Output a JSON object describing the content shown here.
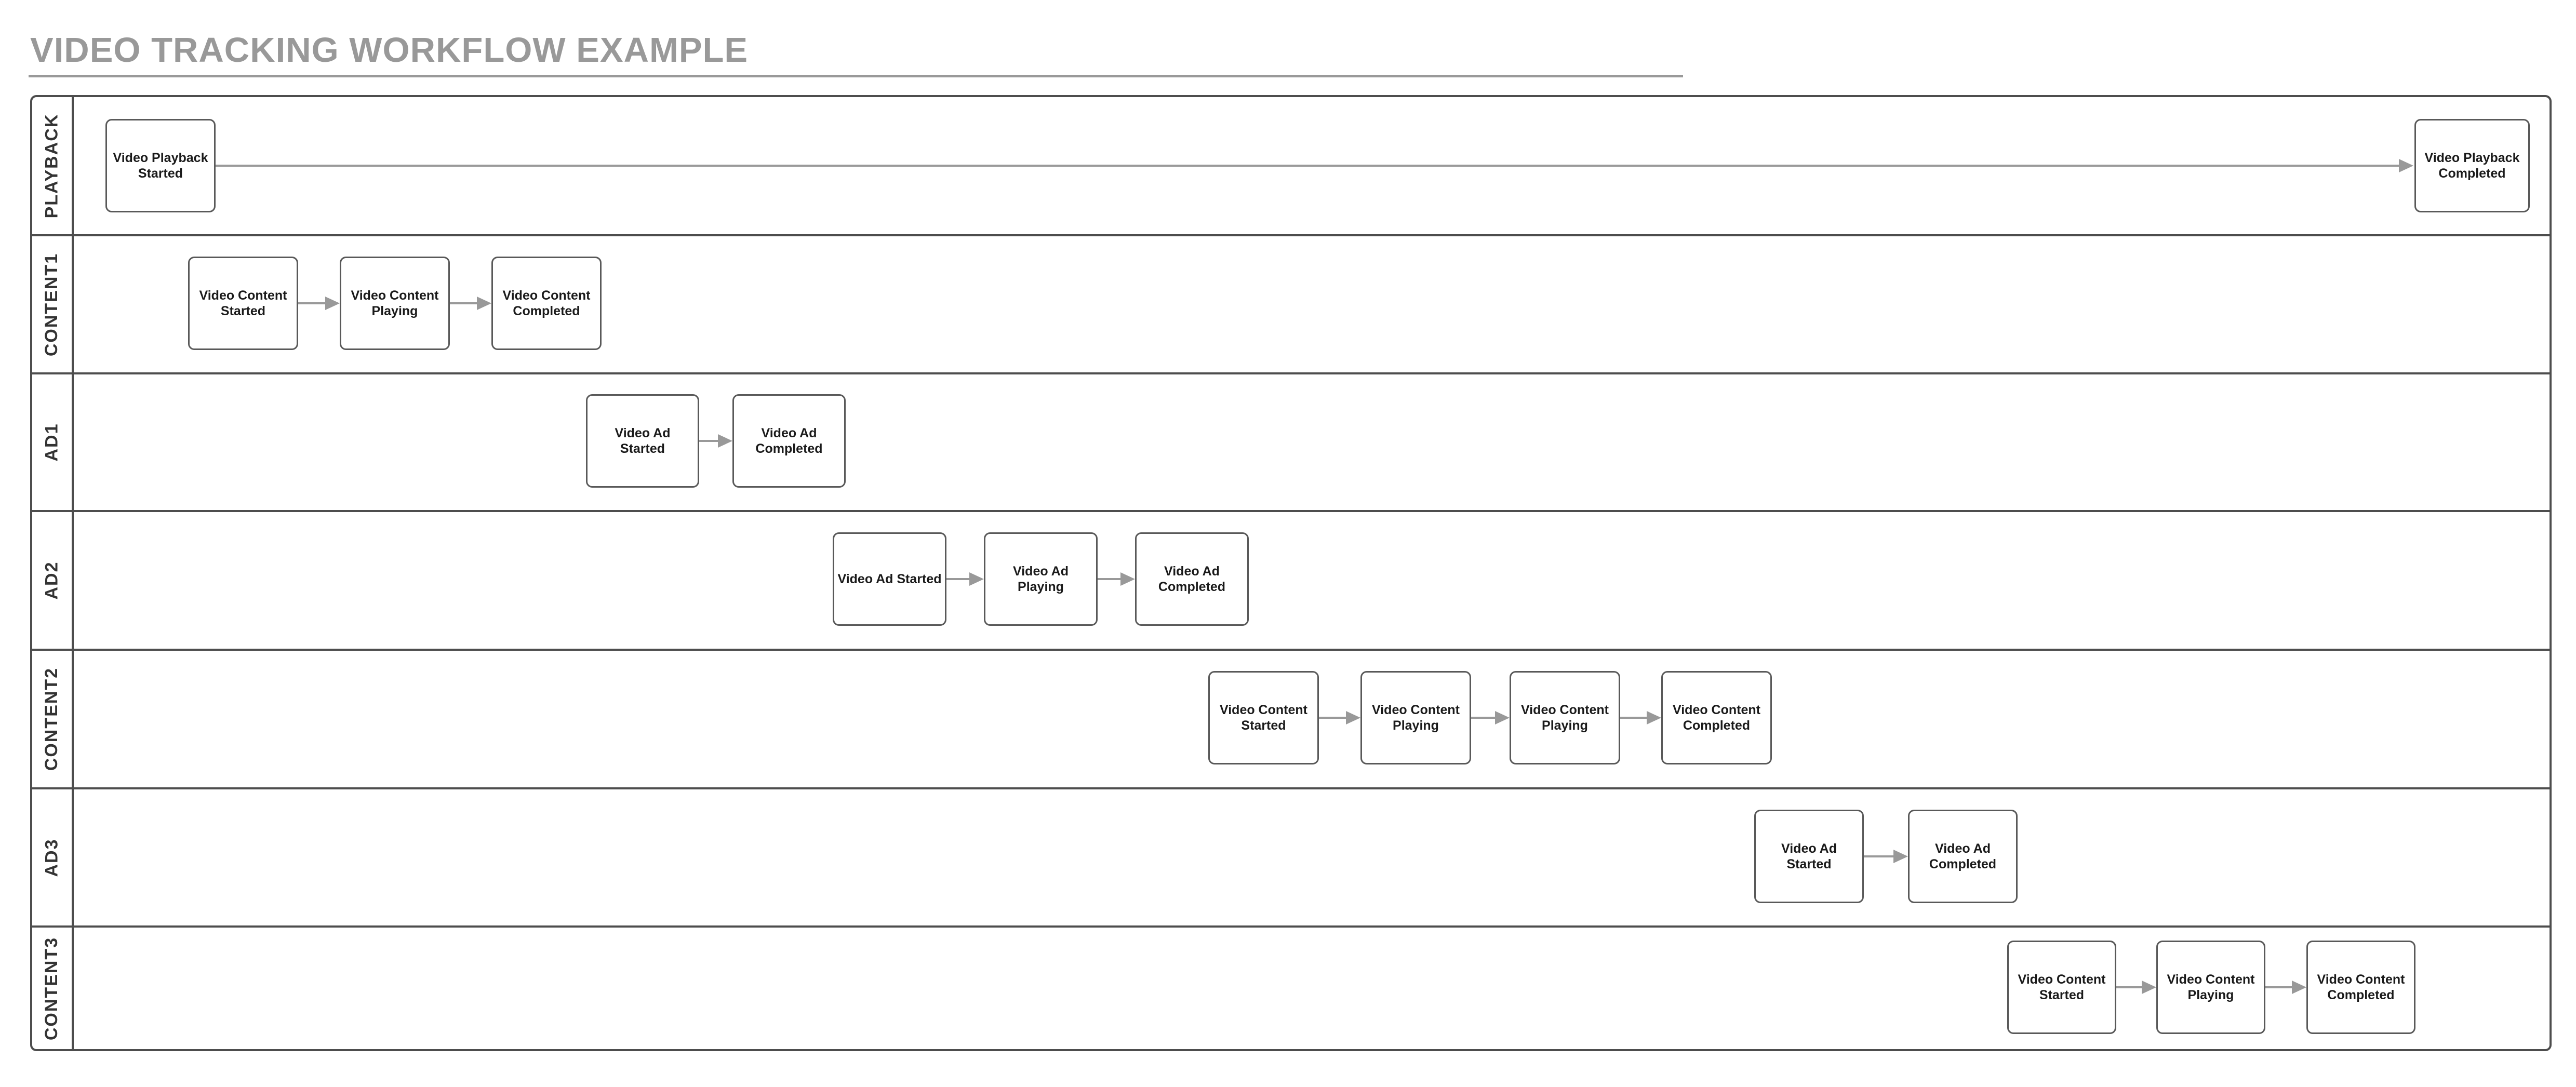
{
  "title": {
    "text": "VIDEO TRACKING WORKFLOW EXAMPLE"
  },
  "diagram": {
    "type": "swimlane-workflow",
    "lanes": [
      {
        "label": "PLAYBACK",
        "boxes": [
          {
            "label": "Video Playback Started"
          },
          {
            "label": "Video Playback Completed"
          }
        ],
        "connections": [
          {
            "from": 0,
            "to": 1
          }
        ]
      },
      {
        "label": "CONTENT1",
        "boxes": [
          {
            "label": "Video Content Started"
          },
          {
            "label": "Video Content Playing"
          },
          {
            "label": "Video Content Completed"
          }
        ],
        "connections": [
          {
            "from": 0,
            "to": 1
          },
          {
            "from": 1,
            "to": 2
          }
        ]
      },
      {
        "label": "AD1",
        "boxes": [
          {
            "label": "Video Ad Started"
          },
          {
            "label": "Video Ad Completed"
          }
        ],
        "connections": [
          {
            "from": 0,
            "to": 1
          }
        ]
      },
      {
        "label": "AD2",
        "boxes": [
          {
            "label": "Video Ad Started"
          },
          {
            "label": "Video Ad Playing"
          },
          {
            "label": "Video Ad Completed"
          }
        ],
        "connections": [
          {
            "from": 0,
            "to": 1
          },
          {
            "from": 1,
            "to": 2
          }
        ]
      },
      {
        "label": "CONTENT2",
        "boxes": [
          {
            "label": "Video Content Started"
          },
          {
            "label": "Video Content Playing"
          },
          {
            "label": "Video Content Playing"
          },
          {
            "label": "Video Content Completed"
          }
        ],
        "connections": [
          {
            "from": 0,
            "to": 1
          },
          {
            "from": 1,
            "to": 2
          },
          {
            "from": 2,
            "to": 3
          }
        ]
      },
      {
        "label": "AD3",
        "boxes": [
          {
            "label": "Video Ad Started"
          },
          {
            "label": "Video Ad Completed"
          }
        ],
        "connections": [
          {
            "from": 0,
            "to": 1
          }
        ]
      },
      {
        "label": "CONTENT3",
        "boxes": [
          {
            "label": "Video Content Started"
          },
          {
            "label": "Video Content Playing"
          },
          {
            "label": "Video Content Completed"
          }
        ],
        "connections": [
          {
            "from": 0,
            "to": 1
          },
          {
            "from": 1,
            "to": 2
          }
        ]
      }
    ],
    "colors": {
      "title": "#999999",
      "lane_border": "#4d4d4d",
      "node_border": "#595959",
      "node_fill": "#ffffff",
      "node_text": "#1a1a1a",
      "lane_label_text": "#333333",
      "arrow": "#999999",
      "background": "#ffffff"
    }
  }
}
